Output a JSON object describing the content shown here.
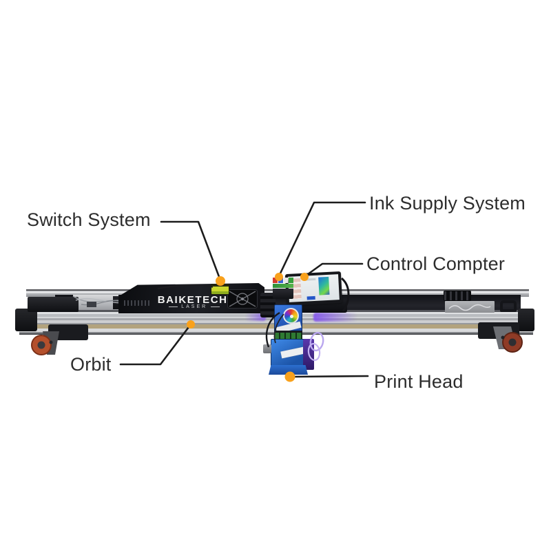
{
  "figure": {
    "callouts": [
      {
        "id": "switch-system",
        "label": "Switch System"
      },
      {
        "id": "ink-supply-system",
        "label": "Ink Supply System"
      },
      {
        "id": "control-computer",
        "label": "Control Compter"
      },
      {
        "id": "orbit",
        "label": "Orbit"
      },
      {
        "id": "print-head",
        "label": "Print Head"
      }
    ],
    "brand": {
      "name": "BAIKETECH",
      "reg": "®",
      "sub": "LASER"
    },
    "colors": {
      "callout_dot": "#F9A11C",
      "callout_line": "#1C1C1C",
      "label_text": "#2D2D2D",
      "rail_silver": "#B9BCC0",
      "rail_dirt_strip": "#B3A37E",
      "deck_dark": "#17181D",
      "enclosure_black": "#101115",
      "machine_blue": "#2E7CE0",
      "led_purple": "#8456EC",
      "switch_yellow": "#C9D62B",
      "wheel_left_rust": "#B4502C",
      "wheel_right_maroon": "#8F3B26",
      "screen_thumbnail_teal": "#2FB7A0"
    }
  }
}
